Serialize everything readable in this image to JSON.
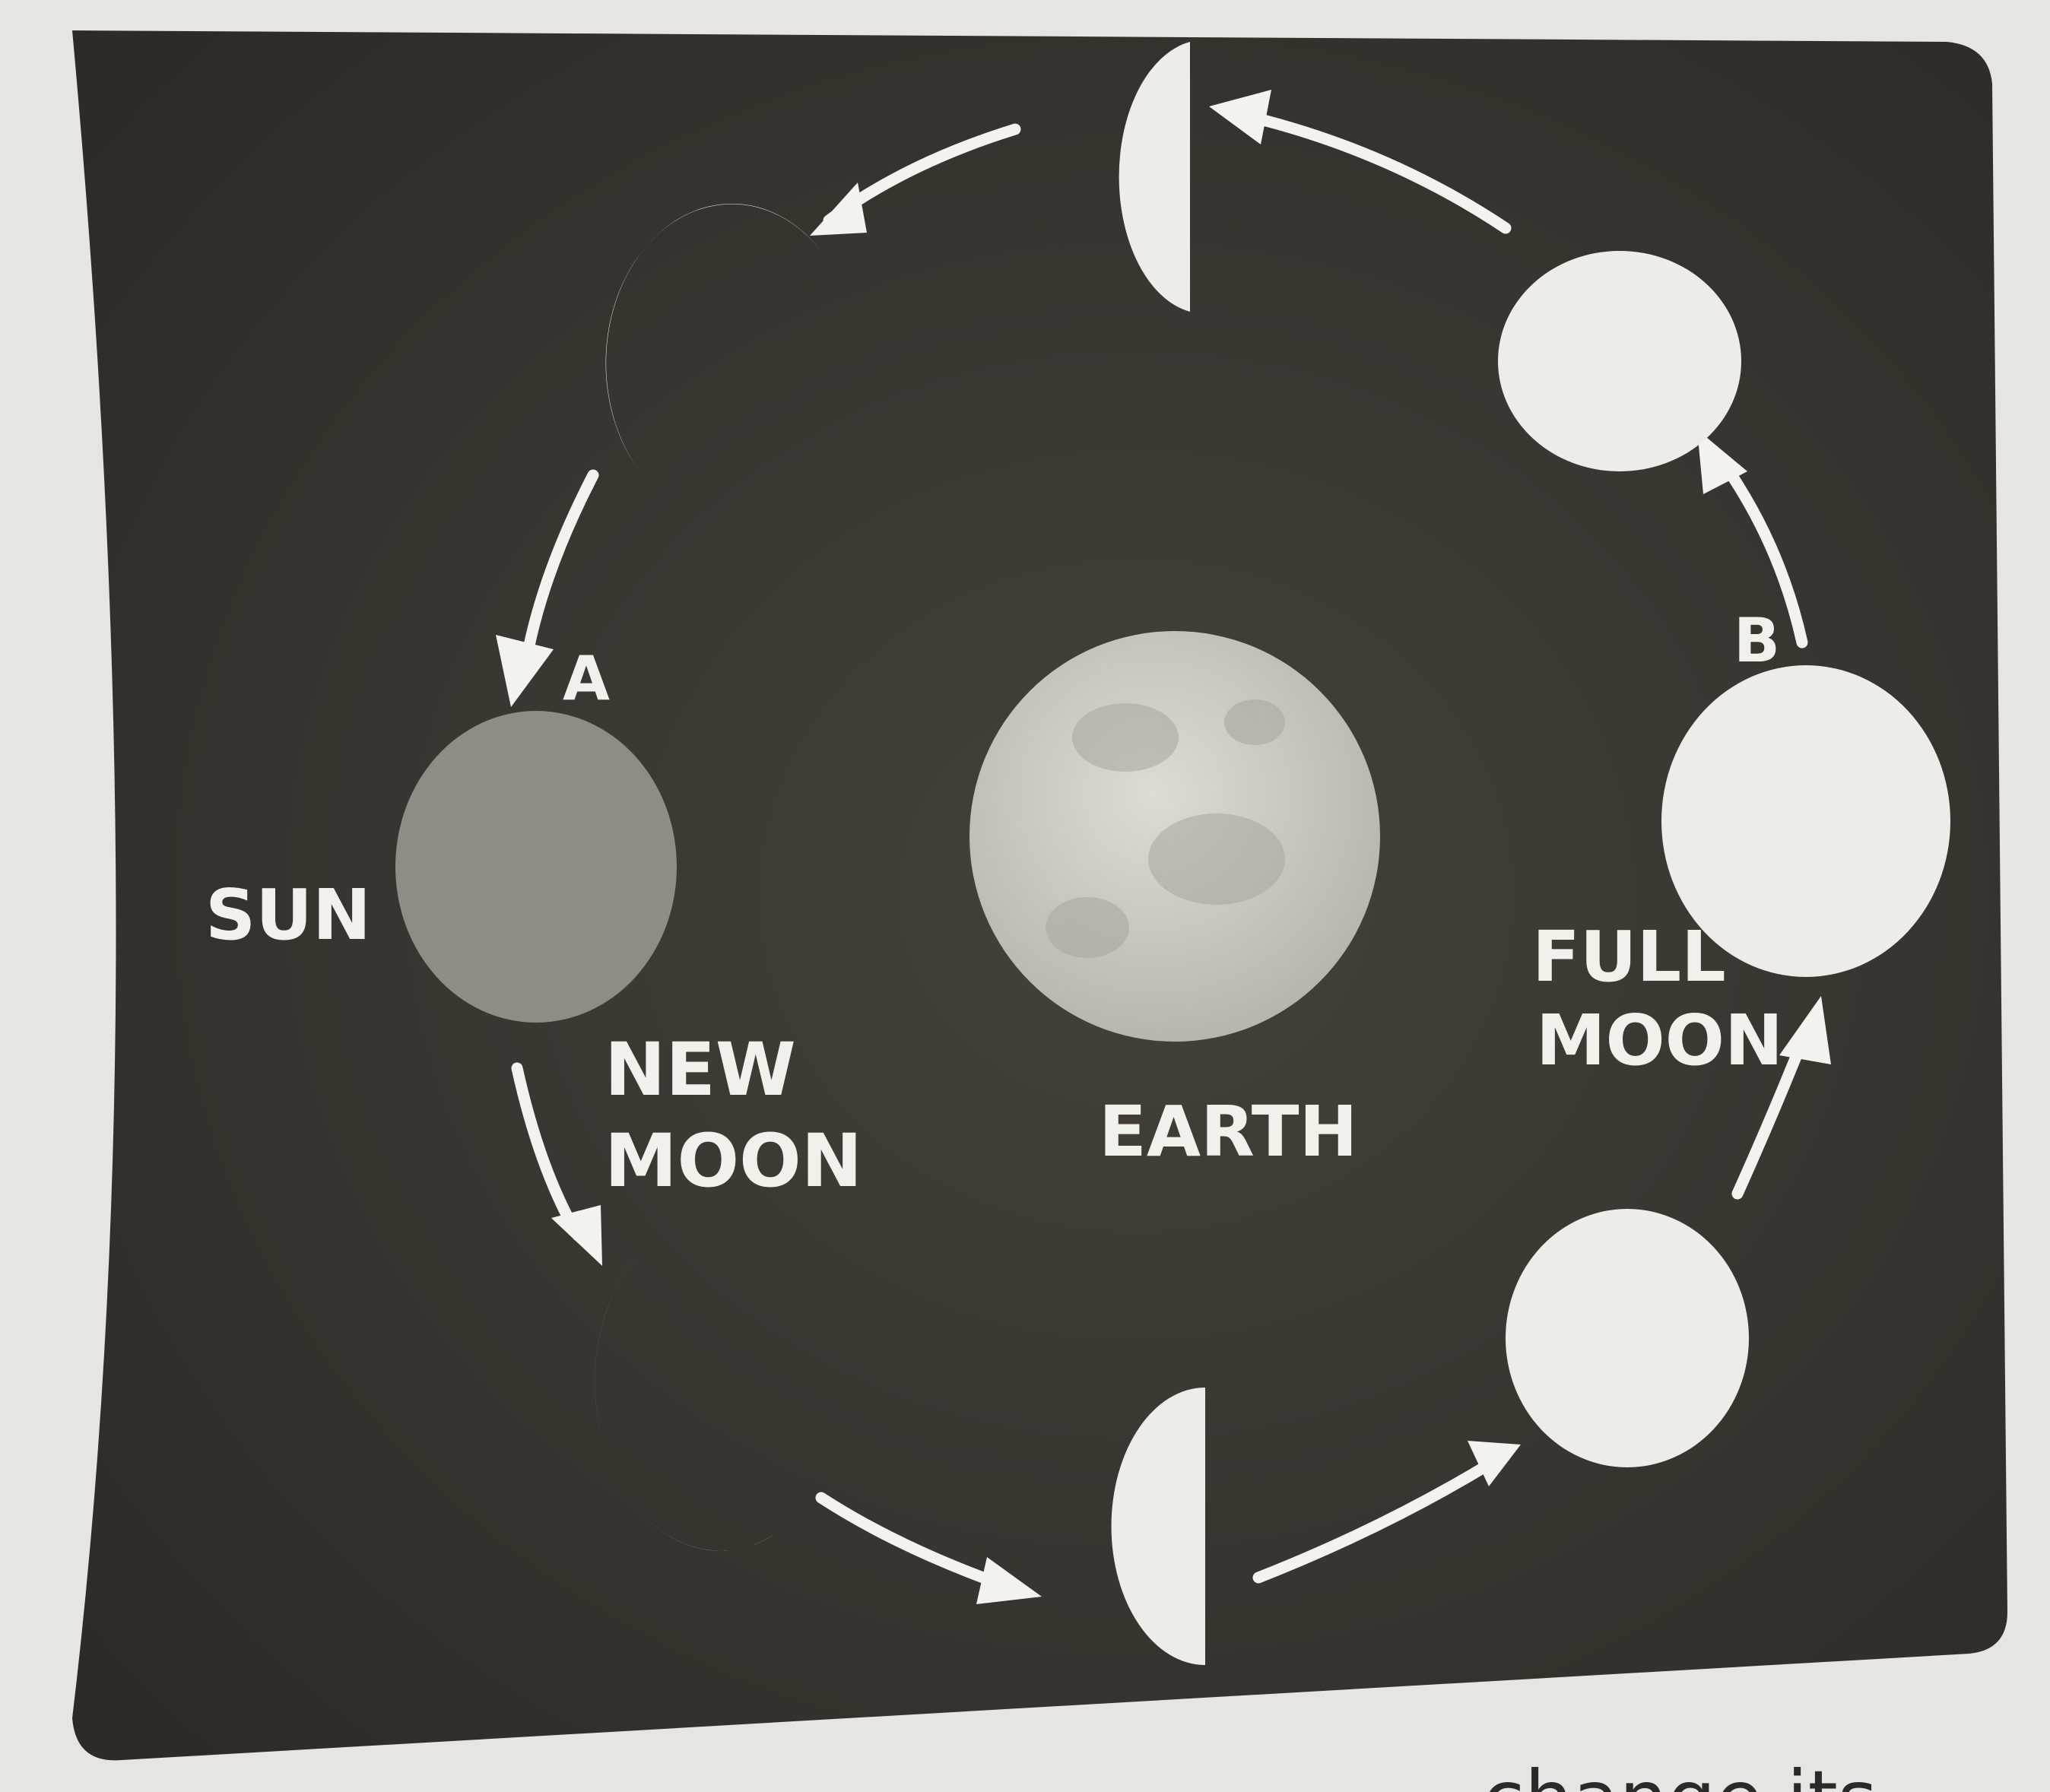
{
  "diagram": {
    "labels": {
      "sun": "SUN",
      "earth": "EARTH",
      "new_moon_line1": "NEW",
      "new_moon_line2": "MOON",
      "full_moon_line1": "FULL",
      "full_moon_line2": "MOON",
      "point_a": "A",
      "point_b": "B"
    },
    "colors": {
      "board": "#3c3832",
      "moon_lit": "#eeece8",
      "new_moon": "#8f8c86",
      "earth": "#cfccc6",
      "page": "#e7e5e2",
      "arrow": "#f4f2ee"
    }
  },
  "page_text": {
    "cut_off_line": "change its"
  }
}
